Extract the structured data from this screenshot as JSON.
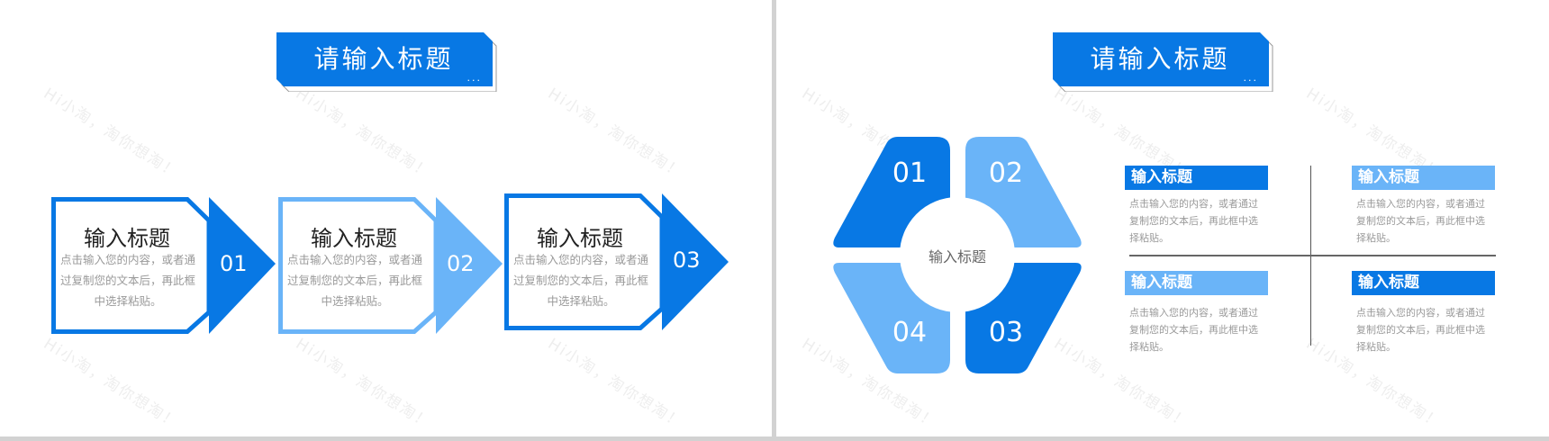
{
  "colors": {
    "dark_blue": "#0878e4",
    "light_blue": "#6ab4f8",
    "divider": "#d2d2d2",
    "watermark": "#eeeeee"
  },
  "watermark": "Hi小淘，淘你想淘！",
  "slide1": {
    "title": "请输入标题",
    "title_dots": "...",
    "steps": [
      {
        "number": "01",
        "title": "输入标题",
        "desc": "点击输入您的内容，或者通过复制您的文本后，再此框中选择粘贴。",
        "color": "dark"
      },
      {
        "number": "02",
        "title": "输入标题",
        "desc": "点击输入您的内容，或者通过复制您的文本后，再此框中选择粘贴。",
        "color": "light"
      },
      {
        "number": "03",
        "title": "输入标题",
        "desc": "点击输入您的内容，或者通过复制您的文本后，再此框中选择粘贴。",
        "color": "dark"
      }
    ]
  },
  "slide2": {
    "title": "请输入标题",
    "title_dots": "...",
    "center_label": "输入标题",
    "quadrants": [
      {
        "number": "01",
        "color": "dark"
      },
      {
        "number": "02",
        "color": "light"
      },
      {
        "number": "03",
        "color": "dark"
      },
      {
        "number": "04",
        "color": "light"
      }
    ],
    "info_blocks": [
      {
        "label": "输入标题",
        "desc": "点击输入您的内容，或者通过复制您的文本后，再此框中选择粘贴。",
        "color": "dark"
      },
      {
        "label": "输入标题",
        "desc": "点击输入您的内容，或者通过复制您的文本后，再此框中选择粘贴。",
        "color": "light"
      },
      {
        "label": "输入标题",
        "desc": "点击输入您的内容，或者通过复制您的文本后，再此框中选择粘贴。",
        "color": "light"
      },
      {
        "label": "输入标题",
        "desc": "点击输入您的内容，或者通过复制您的文本后，再此框中选择粘贴。",
        "color": "dark"
      }
    ]
  }
}
